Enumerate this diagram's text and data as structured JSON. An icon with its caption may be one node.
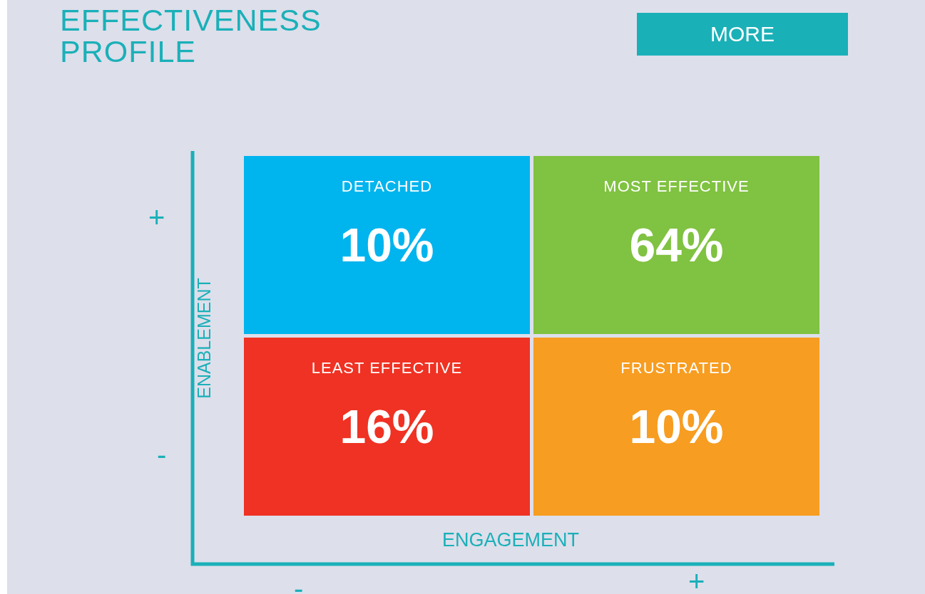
{
  "diagram": {
    "title": "EFFECTIVENESS PROFILE",
    "nodes": [
      {
        "text": [
          "DETACHED",
          "10%"
        ]
      },
      {
        "text": [
          "MOST EFFECTIVE",
          "64%"
        ]
      },
      {
        "text": [
          "LEAST EFFECTIVE",
          "16%"
        ]
      },
      {
        "text": [
          "FRUSTRATED",
          "10%"
        ]
      }
    ],
    "labels": [
      "MORE",
      "+",
      "ENABLEMENT",
      "-",
      "ENGAGEMENT",
      "-",
      "+"
    ]
  }
}
